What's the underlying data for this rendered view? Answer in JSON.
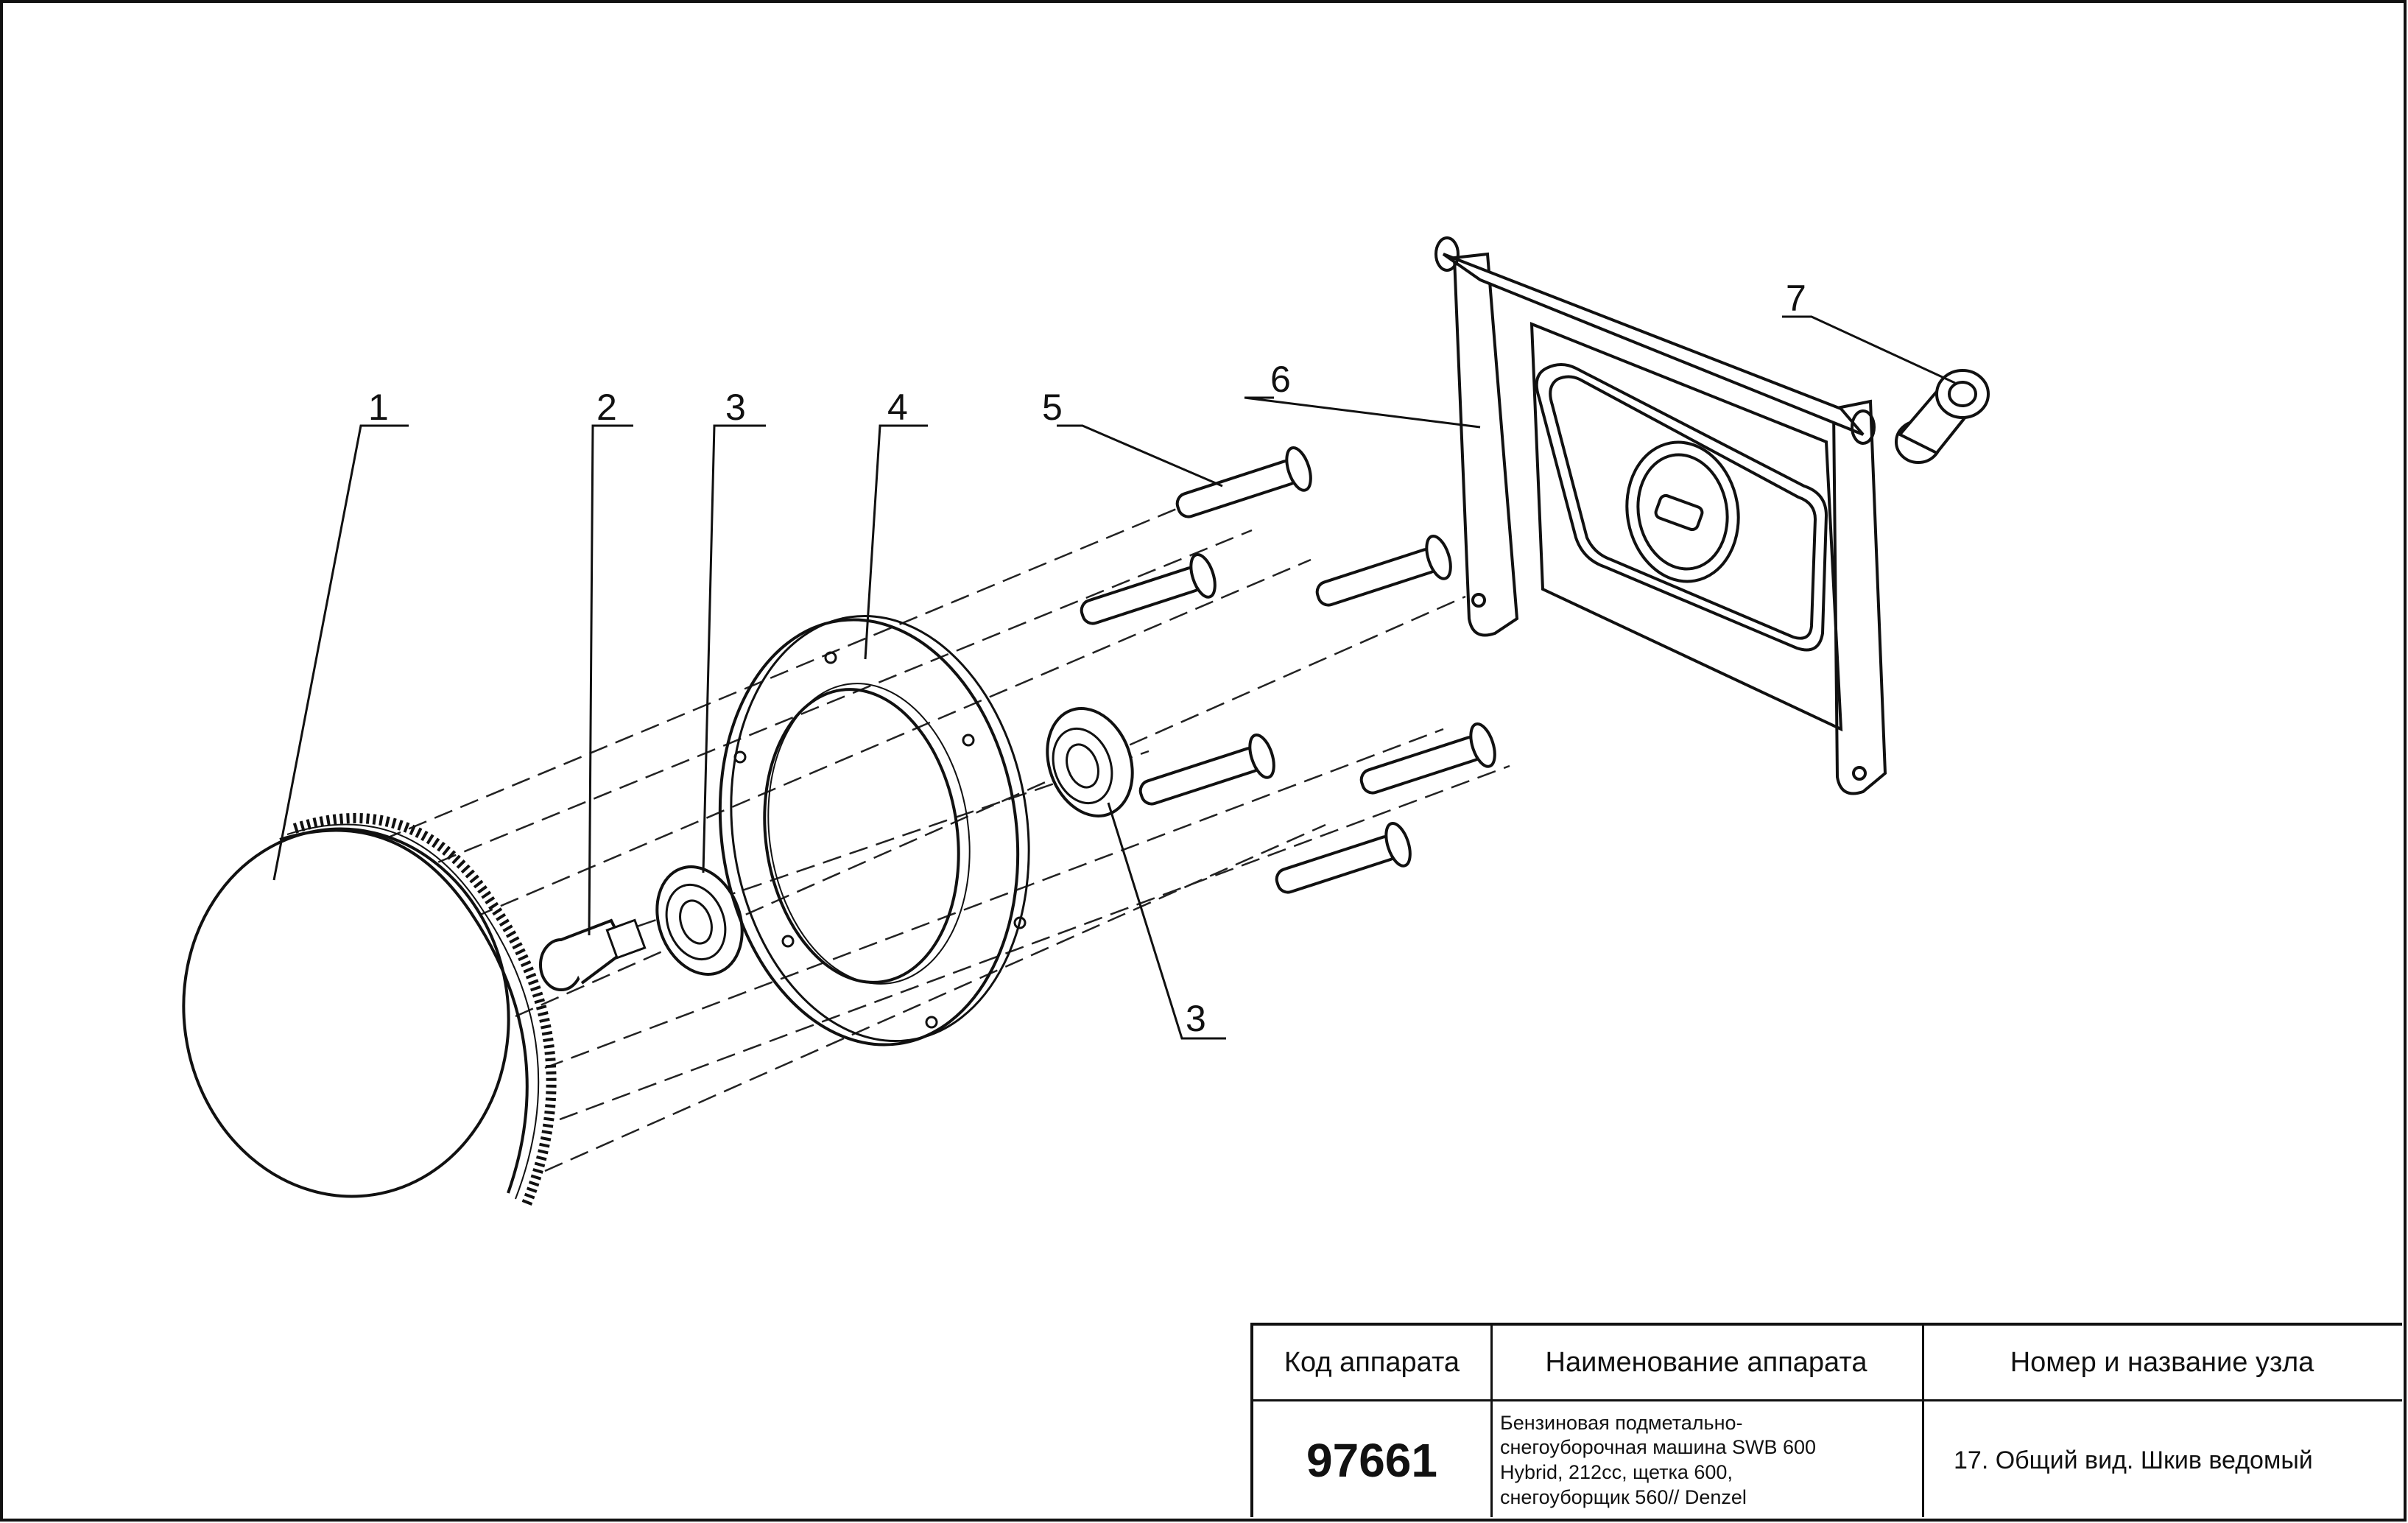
{
  "drawing": {
    "callouts": [
      "1",
      "2",
      "3",
      "4",
      "5",
      "6",
      "7",
      "3"
    ]
  },
  "title_block": {
    "headers": {
      "code": "Код аппарата",
      "name": "Наименование аппарата",
      "node": "Номер и название узла"
    },
    "code_value": "97661",
    "name_value": "Бензиновая подметально-\nснегоуборочная машина SWB 600\nHybrid, 212cc, щетка 600,\nснегоуборщик 560// Denzel",
    "node_value": "17. Общий вид. Шкив ведомый"
  }
}
